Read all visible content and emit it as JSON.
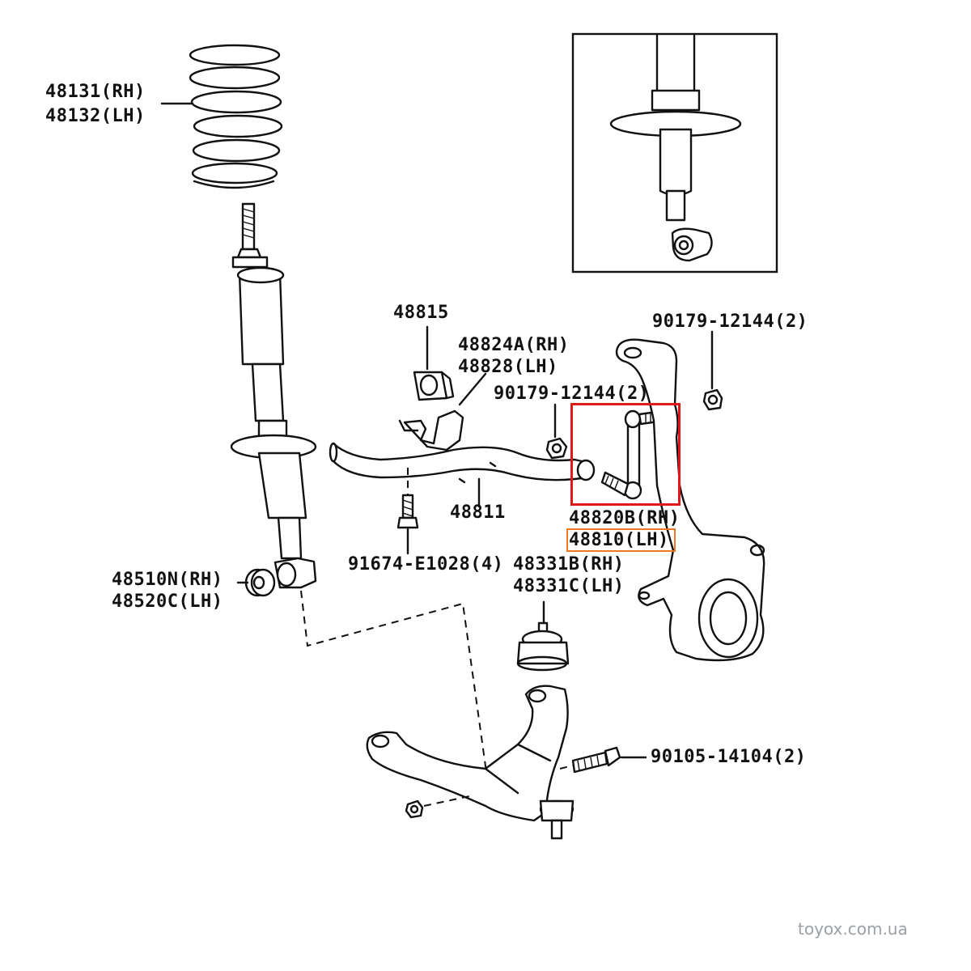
{
  "labels": {
    "spring_rh": "48131(RH)",
    "spring_lh": "48132(LH)",
    "bushing_48815": "48815",
    "bracket_rh": "48824A(RH)",
    "bracket_lh": "48828(LH)",
    "nut_link": "90179-12144(2)",
    "nut_knuckle": "90179-12144(2)",
    "stabilizer_bar": "48811",
    "link_rh": "48820B(RH)",
    "link_lh": "48810(LH)",
    "bracket_bolt": "91674-E1028(4)",
    "balljoint_rh": "48331B(RH)",
    "balljoint_lh": "48331C(LH)",
    "strut_bushing_rh": "48510N(RH)",
    "strut_bushing_lh": "48520C(LH)",
    "arm_bolt": "90105-14104(2)"
  },
  "watermark": "toyox.com.ua",
  "colors": {
    "highlight_box": "#e01818",
    "highlight_label": "#f07820",
    "line_art": "#111111"
  }
}
